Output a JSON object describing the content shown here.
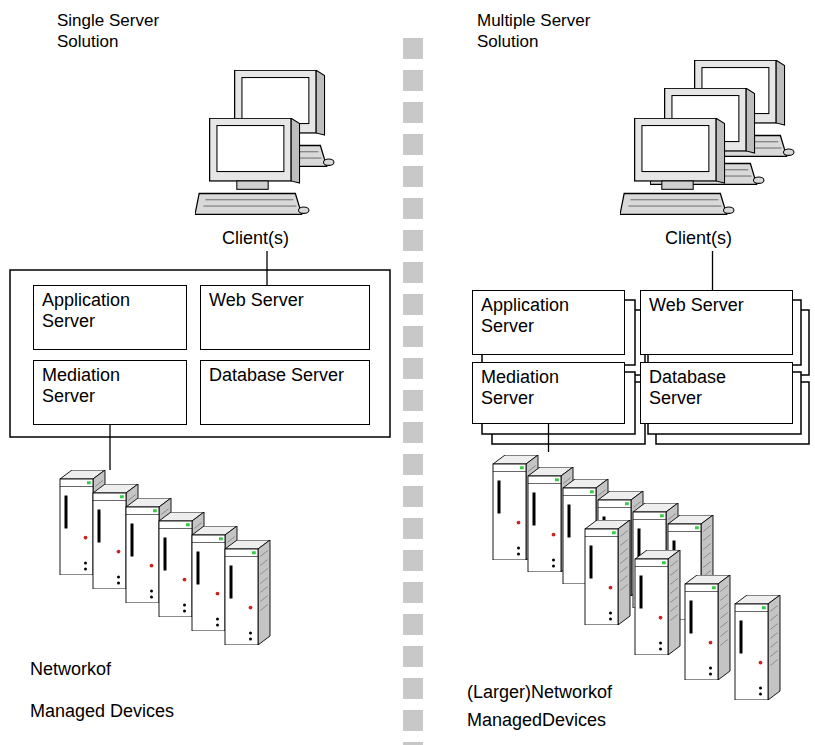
{
  "diagram": {
    "nodes": [
      {
        "text": [
          "Client(s)"
        ]
      },
      {
        "text": [
          "Application Server"
        ]
      },
      {
        "text": [
          "Web Server"
        ]
      },
      {
        "text": [
          "Mediation Server"
        ]
      },
      {
        "text": [
          "Database Server"
        ]
      },
      {
        "text": [
          "Networkof Managed Devices"
        ]
      },
      {
        "text": [
          "Client(s)"
        ]
      },
      {
        "text": [
          "Application Server"
        ]
      },
      {
        "text": [
          "Web Server"
        ]
      },
      {
        "text": [
          "Mediation Server"
        ]
      },
      {
        "text": [
          "Database Server"
        ]
      },
      {
        "text": [
          "(Larger)Networkof ManagedDevices"
        ]
      }
    ],
    "edges": [
      {
        "from": 0,
        "to": 2,
        "arrow": "none"
      },
      {
        "from": 3,
        "to": 5,
        "arrow": "none"
      },
      {
        "from": 6,
        "to": 8,
        "arrow": "none"
      },
      {
        "from": 9,
        "to": 11,
        "arrow": "none"
      }
    ],
    "labels": [
      "Single Server Solution",
      "Multiple Server Solution"
    ]
  }
}
